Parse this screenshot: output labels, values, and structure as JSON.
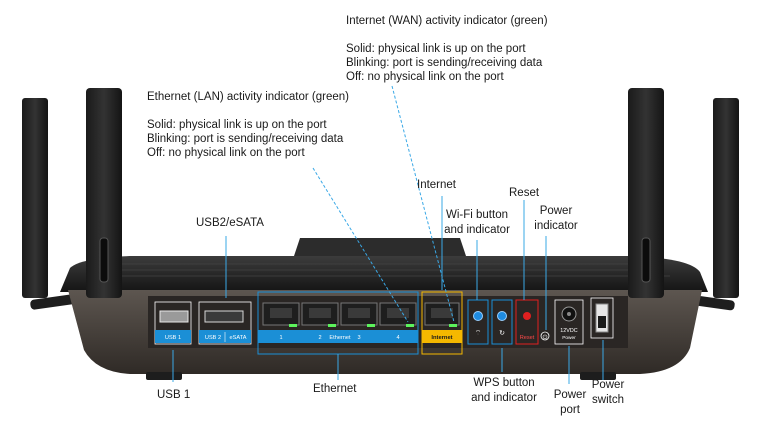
{
  "callouts": {
    "wan_title": "Internet (WAN) activity indicator (green)",
    "wan_solid": "Solid: physical link is up on the port",
    "wan_blink": "Blinking: port is sending/receiving data",
    "wan_off": "Off: no physical link on the port",
    "lan_title": "Ethernet (LAN) activity indicator (green)",
    "lan_solid": "Solid: physical link is up on the port",
    "lan_blink": "Blinking: port is sending/receiving data",
    "lan_off": "Off: no physical link on the port",
    "internet": "Internet",
    "usb2_esata": "USB2/eSATA",
    "wifi_line1": "Wi-Fi button",
    "wifi_line2": "and indicator",
    "reset": "Reset",
    "power_ind_line1": "Power",
    "power_ind_line2": "indicator",
    "usb1": "USB 1",
    "ethernet": "Ethernet",
    "wps_line1": "WPS button",
    "wps_line2": "and indicator",
    "power_port_line1": "Power",
    "power_port_line2": "port",
    "power_switch_line1": "Power",
    "power_switch_line2": "switch"
  },
  "panel_labels": {
    "usb1": "USB 1",
    "usb2": "USB 2",
    "esata": "eSATA",
    "eth1": "1",
    "eth2": "2",
    "ethernet": "Ethernet",
    "eth3": "3",
    "eth4": "4",
    "internet": "Internet",
    "reset": "Reset",
    "dc_line1": "12VDC",
    "dc_line2": "Power"
  },
  "colors": {
    "panel_blue": "#1b8fd6",
    "internet_yellow": "#f5b800",
    "reset_red": "#e02020",
    "link_green": "#5cf35c",
    "leader_cyan": "#3aa8e6"
  }
}
